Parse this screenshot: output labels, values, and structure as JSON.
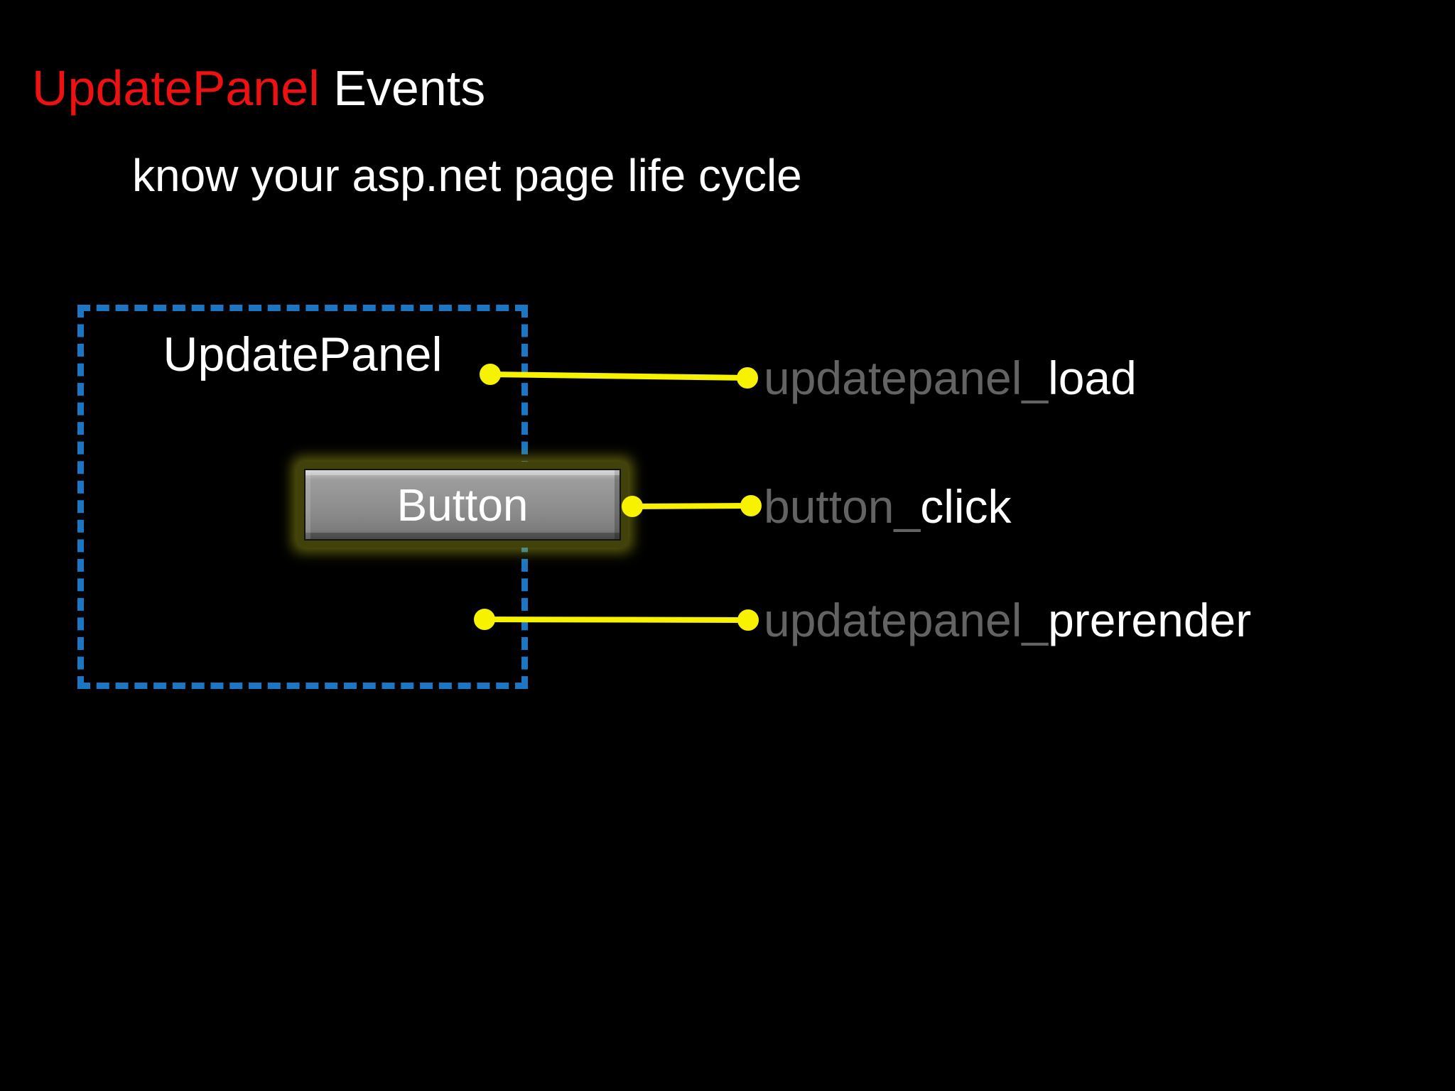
{
  "slide": {
    "title": {
      "highlight": "UpdatePanel",
      "rest": " Events"
    },
    "subtitle": "know your asp.net page life cycle"
  },
  "diagram": {
    "panel_label": "UpdatePanel",
    "button_label": "Button",
    "events": [
      {
        "prefix": "updatepanel_",
        "suffix": "load"
      },
      {
        "prefix": "button_",
        "suffix": "click"
      },
      {
        "prefix": "updatepanel_",
        "suffix": "prerender"
      }
    ]
  },
  "colors": {
    "background": "#000000",
    "title_highlight": "#ee1111",
    "title_text": "#ffffff",
    "panel_border_blue": "#1b77c3",
    "connector_yellow": "#f6f200",
    "event_prefix_gray": "#636363",
    "event_suffix_white": "#ffffff",
    "button_face_gray": "#8c8c8c",
    "button_glow_olive": "#41410c"
  }
}
